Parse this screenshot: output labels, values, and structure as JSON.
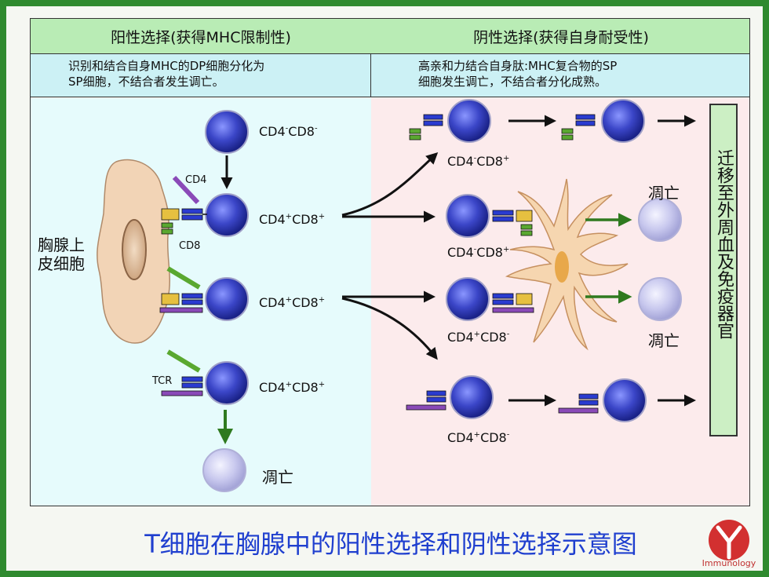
{
  "headers": {
    "positive": "阳性选择(获得MHC限制性)",
    "negative": "阴性选择(获得自身耐受性)"
  },
  "descriptions": {
    "positive": [
      "识别和结合自身MHC的DP细胞分化为",
      "SP细胞，不结合者发生调亡。"
    ],
    "negative": [
      "高亲和力结合自身肽:MHC复合物的SP",
      "细胞发生调亡，不结合者分化成熟。"
    ]
  },
  "labels": {
    "thymic_epithelial": [
      "胸腺上",
      "皮细胞"
    ],
    "cd4_molecule": "CD4",
    "cd8_molecule": "CD8",
    "tcr_molecule": "TCR",
    "dn": {
      "a": "CD4",
      "a_sup": "-",
      "b": "CD8",
      "b_sup": "-"
    },
    "dp1": {
      "a": "CD4",
      "a_sup": "+",
      "b": "CD8",
      "b_sup": "+"
    },
    "dp2": {
      "a": "CD4",
      "a_sup": "+",
      "b": "CD8",
      "b_sup": "+"
    },
    "dp3": {
      "a": "CD4",
      "a_sup": "+",
      "b": "CD8",
      "b_sup": "+"
    },
    "r1": {
      "a": "CD4",
      "a_sup": "-",
      "b": "CD8",
      "b_sup": "+"
    },
    "r2": {
      "a": "CD4",
      "a_sup": "-",
      "b": "CD8",
      "b_sup": "+"
    },
    "r3": {
      "a": "CD4",
      "a_sup": "+",
      "b": "CD8",
      "b_sup": "-"
    },
    "r4": {
      "a": "CD4",
      "a_sup": "+",
      "b": "CD8",
      "b_sup": "-"
    },
    "apoptosis_left": "凋亡",
    "apoptosis_r_top": "凋亡",
    "apoptosis_r_bottom": "凋亡"
  },
  "migration_box": "迁移至外周血及免疫器官",
  "title": "T细胞在胸腺中的阳性选择和阴性选择示意图",
  "logo_text": "Immunology",
  "colors": {
    "background": "#2f8a2f",
    "header": "#b9ecb5",
    "subheader": "#ccf1f5",
    "left_pane": "#e6fbfc",
    "right_pane": "#fcebec",
    "title": "#1f3fcf",
    "cell_live": "#3540c0",
    "cell_dead": "#c8c8ee",
    "green_arrow": "#2f7a1f"
  }
}
